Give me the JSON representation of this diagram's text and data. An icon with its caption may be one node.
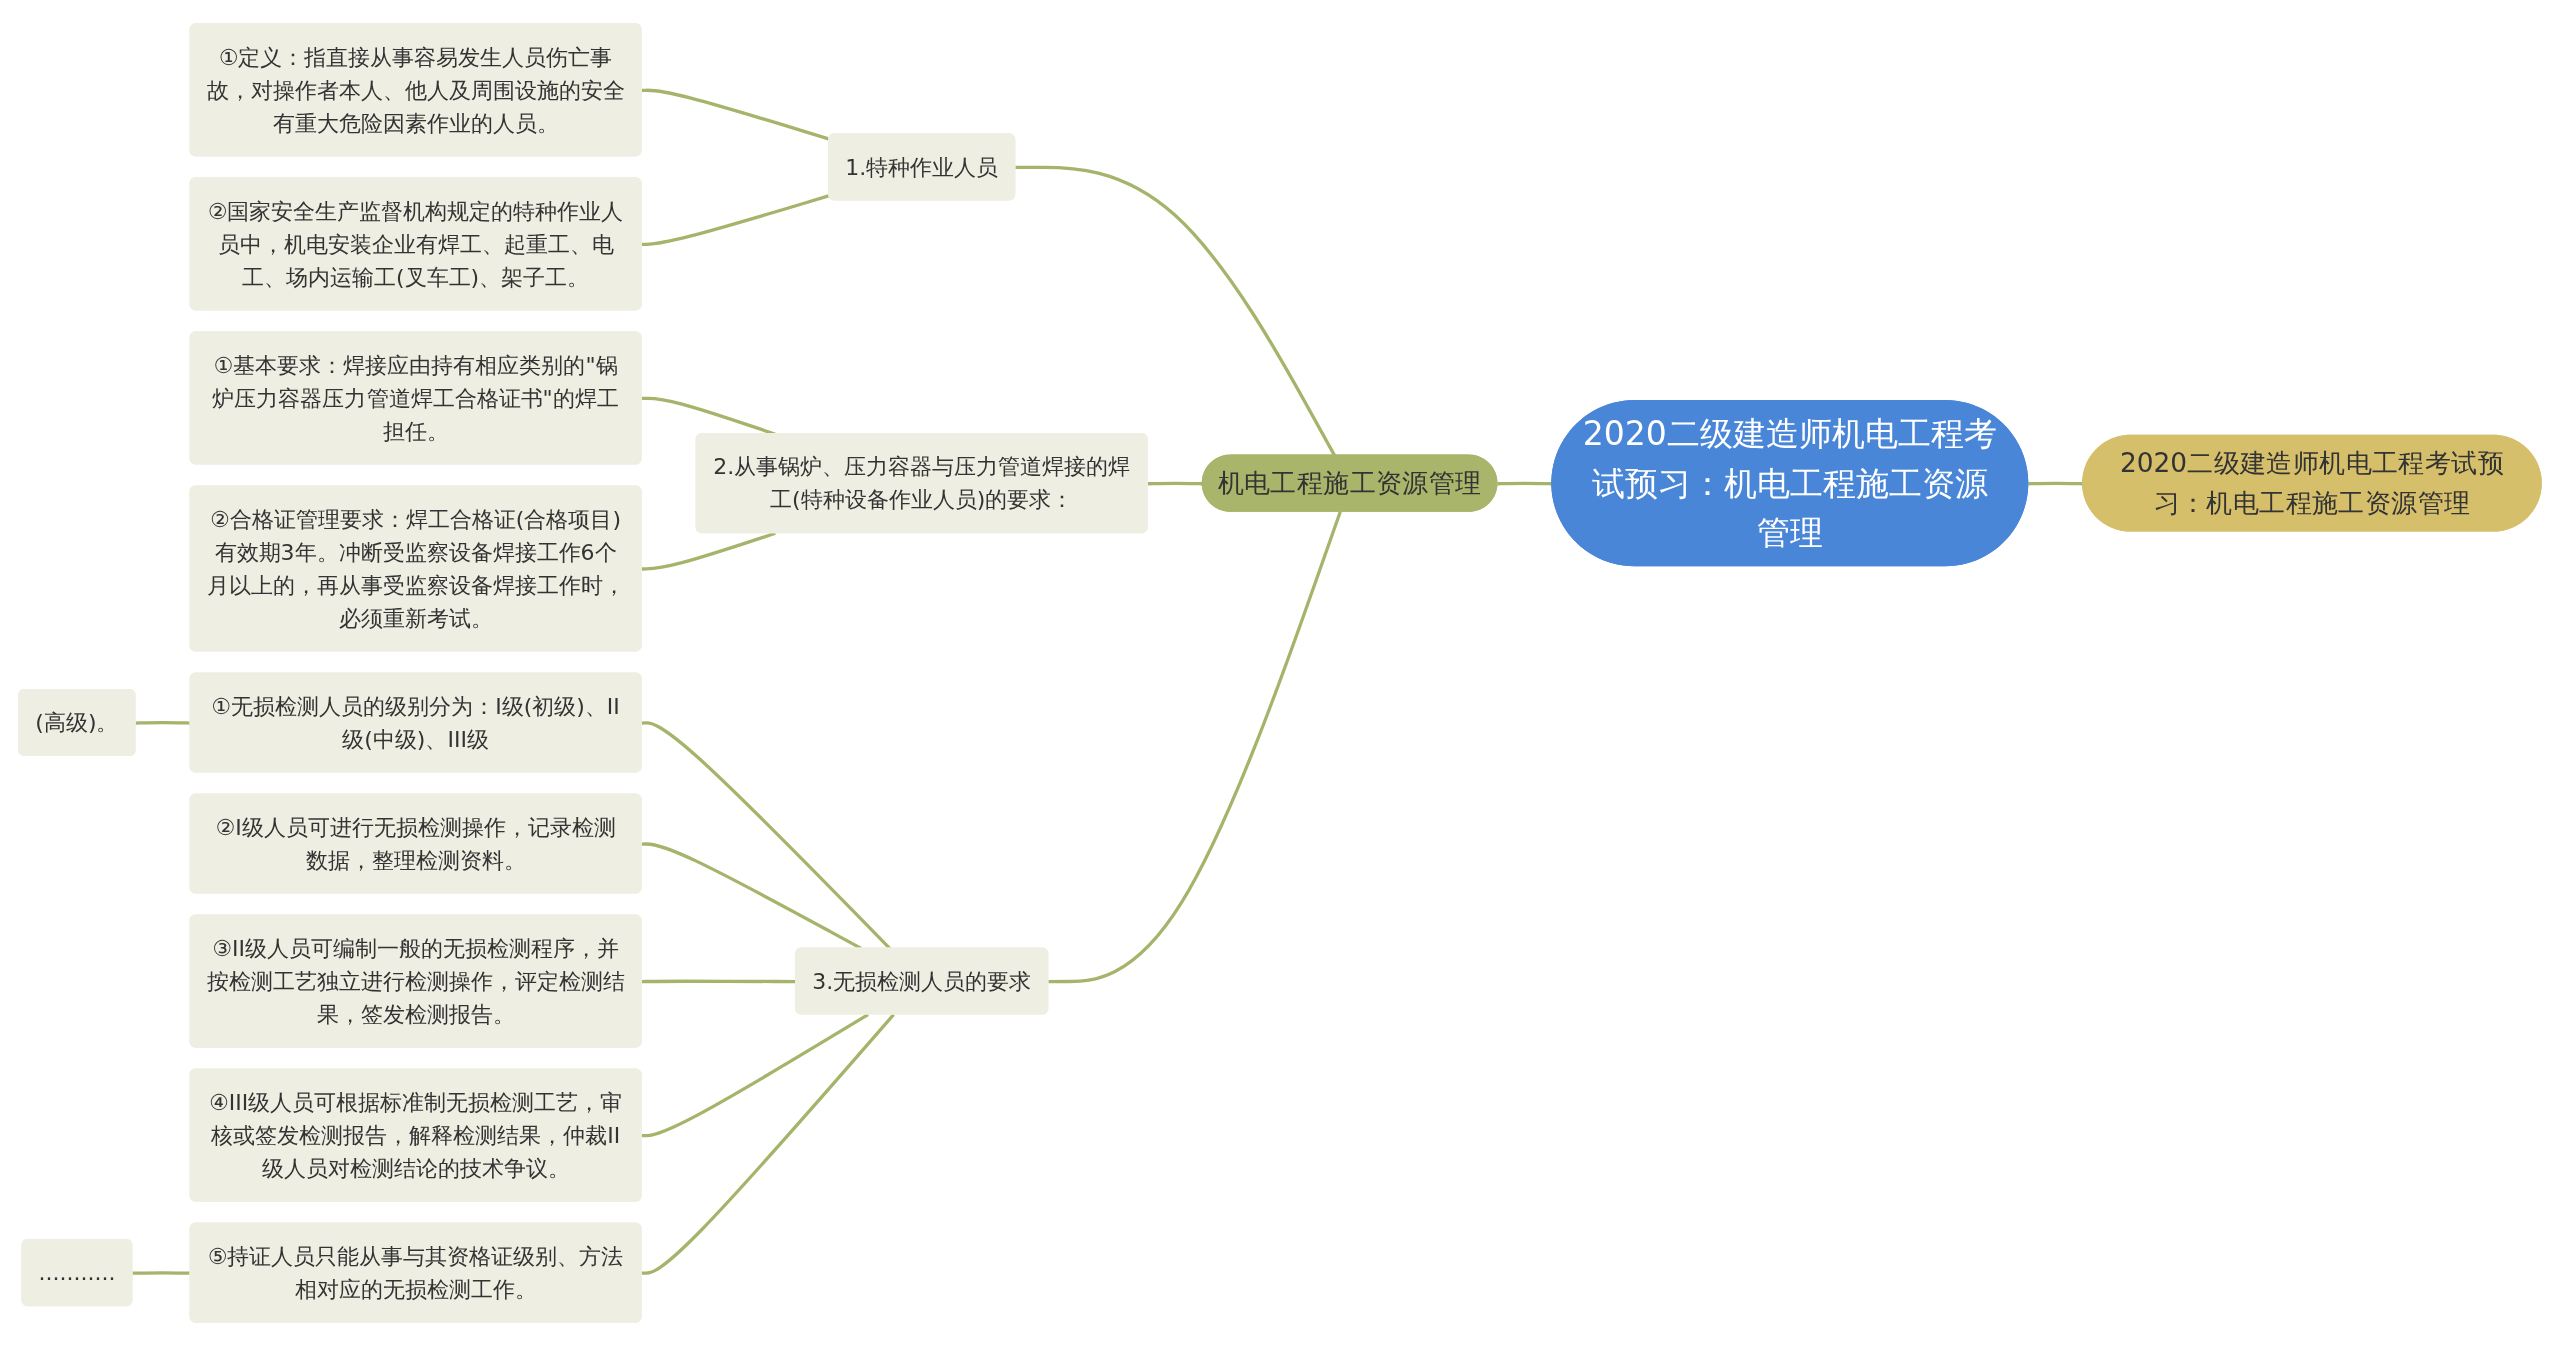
{
  "diagram": {
    "nodes": [
      {
        "text": [
          "2020二级建造师机电工程考试预习：机电工程施工资源管理"
        ]
      },
      {
        "text": [
          "2020二级建造师机电工程考试预习：机电工程施工资源管理"
        ]
      },
      {
        "text": [
          "机电工程施工资源管理"
        ]
      },
      {
        "text": [
          "1.特种作业人员"
        ]
      },
      {
        "text": [
          "①定义：指直接从事容易发生人员伤亡事故，对操作者本人、他人及周围设施的安全有重大危险因素作业的人员。"
        ]
      },
      {
        "text": [
          "②国家安全生产监督机构规定的特种作业人员中，机电安装企业有焊工、起重工、电工、场内运输工(叉车工)、架子工。"
        ]
      },
      {
        "text": [
          "2.从事锅炉、压力容器与压力管道焊接的焊工(特种设备作业人员)的要求："
        ]
      },
      {
        "text": [
          "①基本要求：焊接应由持有相应类别的\"锅炉压力容器压力管道焊工合格证书\"的焊工担任。"
        ]
      },
      {
        "text": [
          "②合格证管理要求：焊工合格证(合格项目)有效期3年。冲断受监察设备焊接工作6个月以上的，再从事受监察设备焊接工作时，必须重新考试。"
        ]
      },
      {
        "text": [
          "3.无损检测人员的要求"
        ]
      },
      {
        "text": [
          "①无损检测人员的级别分为：I级(初级)、II级(中级)、III级"
        ]
      },
      {
        "text": [
          "②I级人员可进行无损检测操作，记录检测数据，整理检测资料。"
        ]
      },
      {
        "text": [
          "③II级人员可编制一般的无损检测程序，并按检测工艺独立进行检测操作，评定检测结果，签发检测报告。"
        ]
      },
      {
        "text": [
          "④III级人员可根据标准制无损检测工艺，审核或签发检测报告，解释检测结果，仲裁II级人员对检测结论的技术争议。"
        ]
      },
      {
        "text": [
          "⑤持证人员只能从事与其资格证级别、方法相对应的无损检测工作。"
        ]
      },
      {
        "text": [
          "(高级)。"
        ]
      },
      {
        "text": [
          "..........."
        ]
      }
    ],
    "edges": [
      {
        "from": 1,
        "to": 0,
        "arrow": "none"
      },
      {
        "from": 0,
        "to": 2,
        "arrow": "none"
      },
      {
        "from": 2,
        "to": 3,
        "arrow": "none"
      },
      {
        "from": 3,
        "to": 4,
        "arrow": "none"
      },
      {
        "from": 3,
        "to": 5,
        "arrow": "none"
      },
      {
        "from": 2,
        "to": 6,
        "arrow": "none"
      },
      {
        "from": 6,
        "to": 7,
        "arrow": "none"
      },
      {
        "from": 6,
        "to": 8,
        "arrow": "none"
      },
      {
        "from": 2,
        "to": 9,
        "arrow": "none"
      },
      {
        "from": 9,
        "to": 10,
        "arrow": "none"
      },
      {
        "from": 9,
        "to": 11,
        "arrow": "none"
      },
      {
        "from": 9,
        "to": 12,
        "arrow": "none"
      },
      {
        "from": 9,
        "to": 13,
        "arrow": "none"
      },
      {
        "from": 9,
        "to": 14,
        "arrow": "none"
      },
      {
        "from": 10,
        "to": 15,
        "arrow": "none"
      },
      {
        "from": 14,
        "to": 16,
        "arrow": "none"
      }
    ]
  }
}
